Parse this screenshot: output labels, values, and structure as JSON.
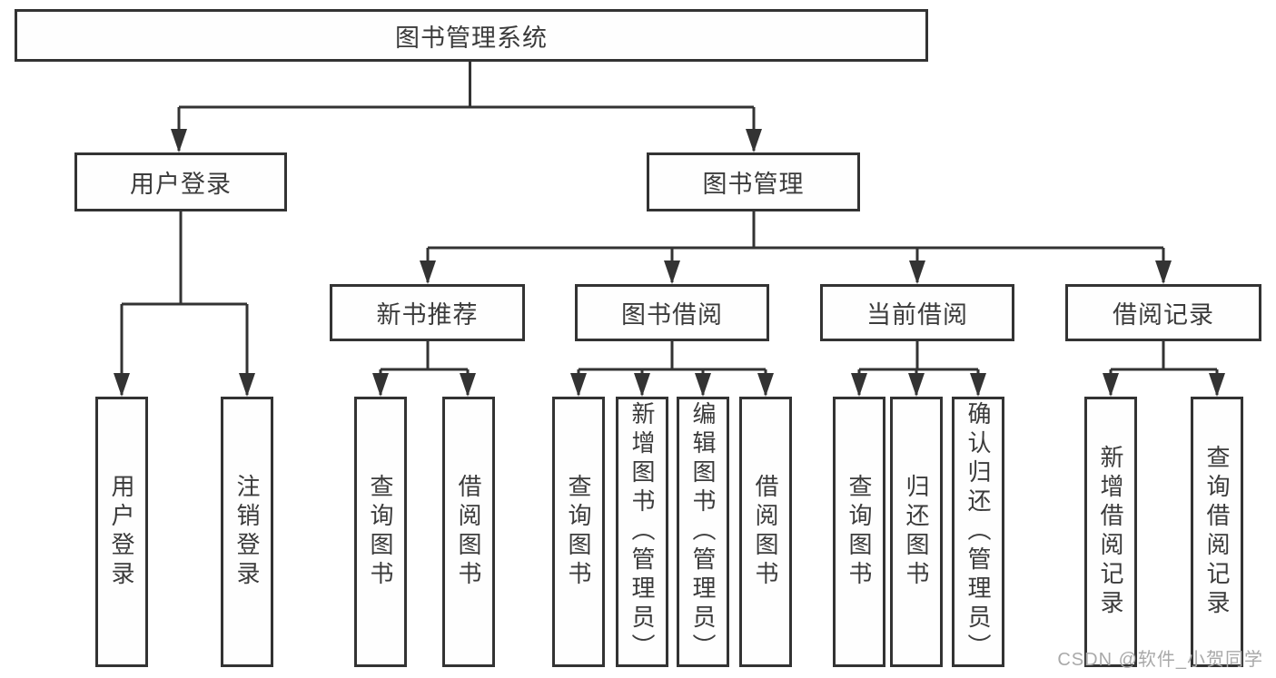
{
  "diagram_type": "functional-structure-tree",
  "colors": {
    "line": "#333333",
    "box_border": "#333333",
    "text": "#3b3b3b",
    "background": "#ffffff",
    "watermark": "#a9a9a9"
  },
  "tree": {
    "root": {
      "label": "图书管理系统",
      "children": [
        {
          "label": "用户登录",
          "children": [
            {
              "label": "用户登录"
            },
            {
              "label": "注销登录"
            }
          ]
        },
        {
          "label": "图书管理",
          "children": [
            {
              "label": "新书推荐",
              "children": [
                {
                  "label": "查询图书"
                },
                {
                  "label": "借阅图书"
                }
              ]
            },
            {
              "label": "图书借阅",
              "children": [
                {
                  "label": "查询图书"
                },
                {
                  "label": "新增图书（管理员）"
                },
                {
                  "label": "编辑图书（管理员）"
                },
                {
                  "label": "借阅图书"
                }
              ]
            },
            {
              "label": "当前借阅",
              "children": [
                {
                  "label": "查询图书"
                },
                {
                  "label": "归还图书"
                },
                {
                  "label": "确认归还（管理员）"
                }
              ]
            },
            {
              "label": "借阅记录",
              "children": [
                {
                  "label": "新增借阅记录"
                },
                {
                  "label": "查询借阅记录"
                }
              ]
            }
          ]
        }
      ]
    }
  },
  "watermark": {
    "text": "CSDN @软件_小贺同学"
  }
}
